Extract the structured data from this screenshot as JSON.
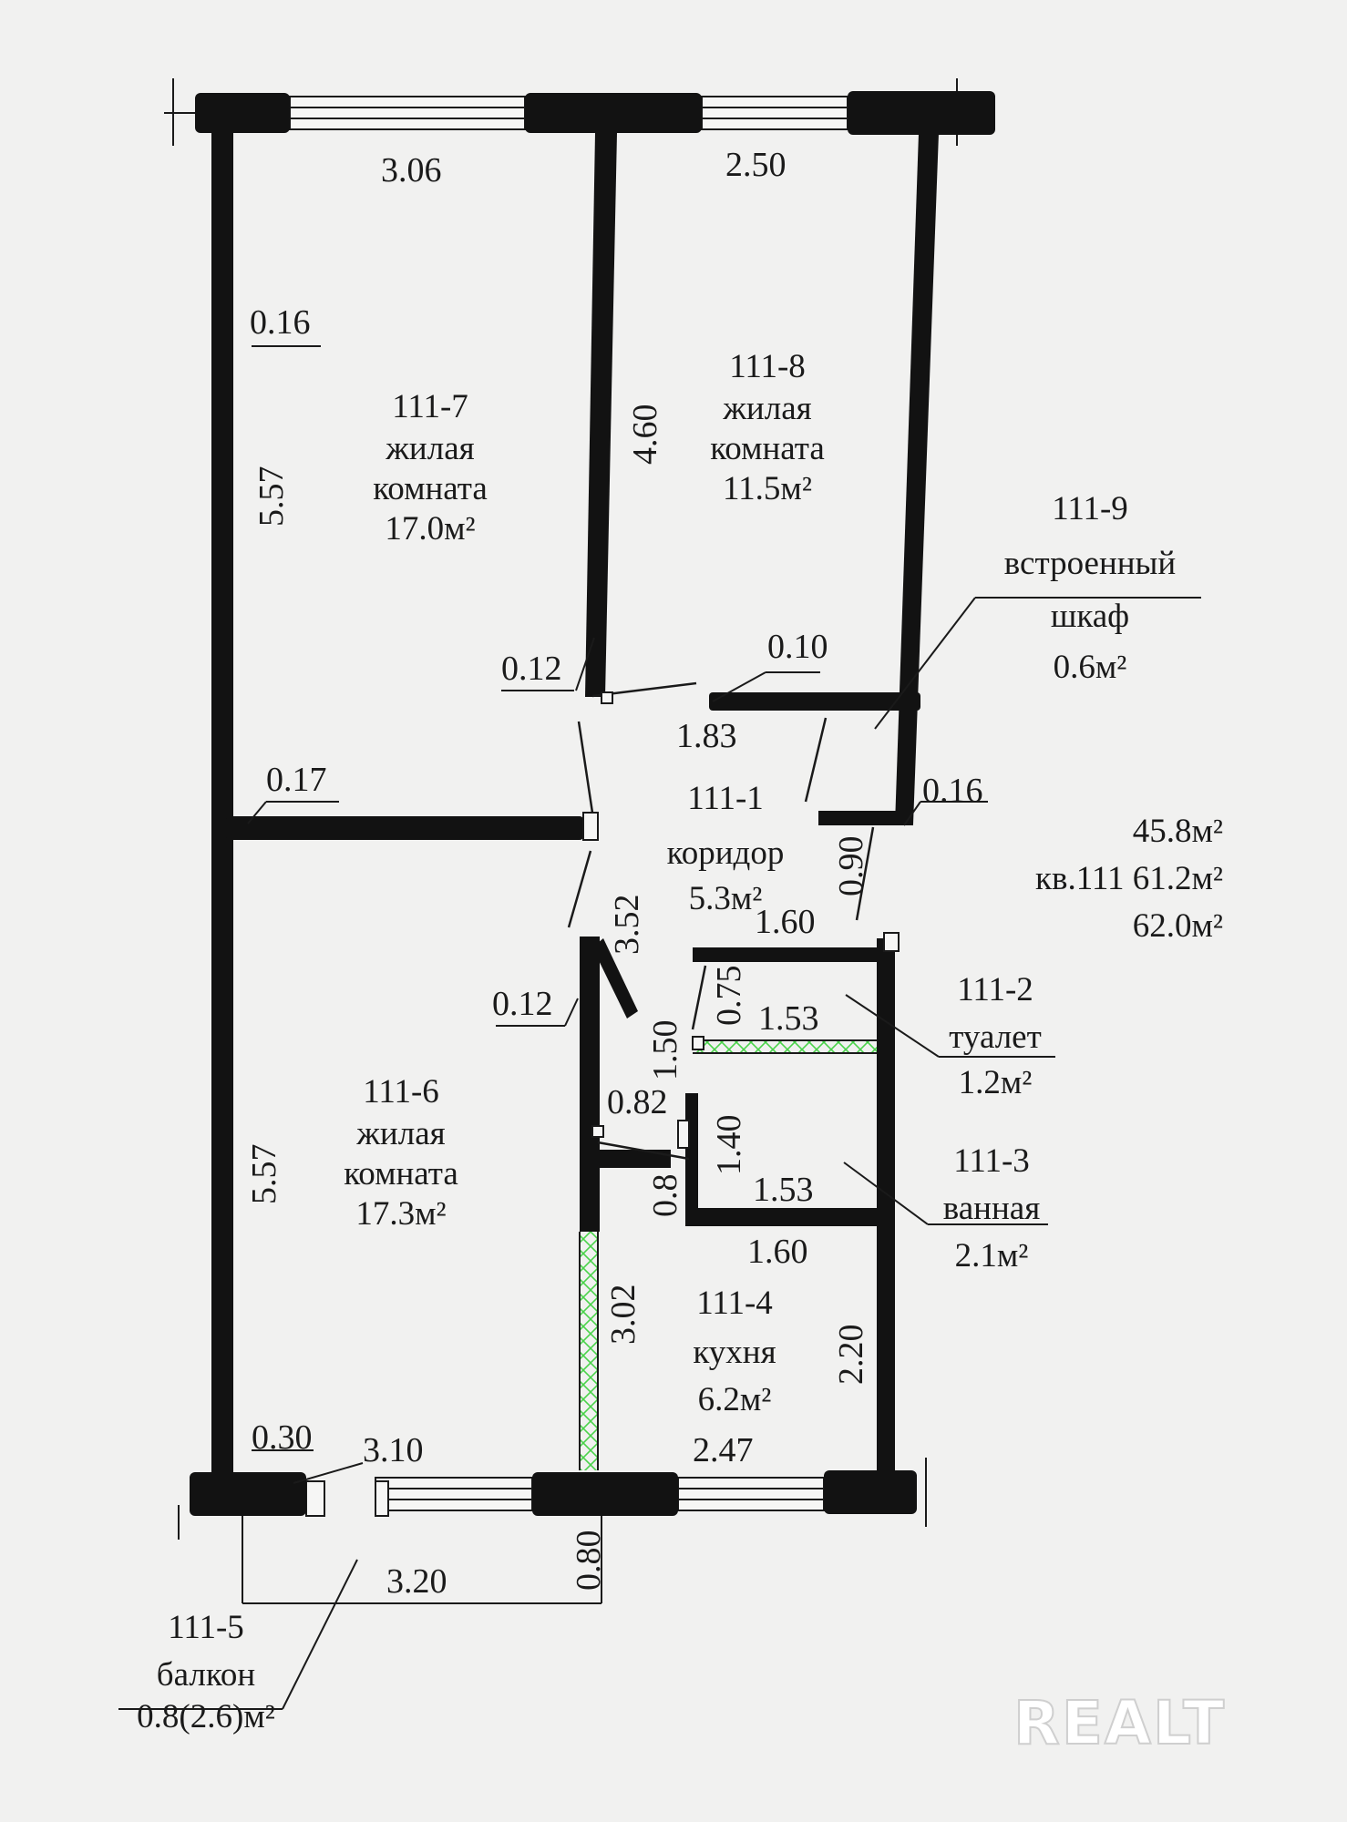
{
  "rooms": {
    "r7": {
      "code": "111-7",
      "type_1": "жилая",
      "type_2": "комната",
      "area": "17.0м²"
    },
    "r8": {
      "code": "111-8",
      "type_1": "жилая",
      "type_2": "комната",
      "area": "11.5м²"
    },
    "r9": {
      "code": "111-9",
      "type_1": "встроенный",
      "type_2": "шкаф",
      "area": "0.6м²"
    },
    "r1": {
      "code": "111-1",
      "type": "коридор",
      "area": "5.3м²"
    },
    "r2": {
      "code": "111-2",
      "type": "туалет",
      "area": "1.2м²"
    },
    "r3": {
      "code": "111-3",
      "type": "ванная",
      "area": "2.1м²"
    },
    "r6": {
      "code": "111-6",
      "type_1": "жилая",
      "type_2": "комната",
      "area": "17.3м²"
    },
    "r4": {
      "code": "111-4",
      "type": "кухня",
      "area": "6.2м²"
    },
    "r5": {
      "code": "111-5",
      "type": "балкон",
      "area": "0.8(2.6)м²"
    }
  },
  "totals": {
    "living_area": "45.8м²",
    "apartment": "кв.111 61.2м²",
    "total_area": "62.0м²"
  },
  "dimensions": {
    "top_left_width": "3.06",
    "top_right_width": "2.50",
    "wall_016_top": "0.16",
    "left_height_top": "5.57",
    "r8_height": "4.60",
    "wall_012_upper": "0.12",
    "wall_010": "0.10",
    "corridor_width": "1.83",
    "wall_017": "0.17",
    "wall_016_right": "0.16",
    "door_090": "0.90",
    "bath_top_width": "1.60",
    "corridor_height": "3.52",
    "wall_012_lower": "0.12",
    "toilet_height": "0.75",
    "toilet_width": "1.53",
    "hall_150": "1.50",
    "hall_082": "0.82",
    "bath_height": "1.40",
    "hall_08": "0.8",
    "bath_width": "1.53",
    "bath_bottom_width": "1.60",
    "left_height_bottom": "5.57",
    "kitchen_height": "3.02",
    "kitchen_right_height": "2.20",
    "wall_030": "0.30",
    "balcony_opening": "3.10",
    "kitchen_width": "2.47",
    "balcony_length": "3.20",
    "balcony_depth": "0.80"
  },
  "watermark": "REALT"
}
